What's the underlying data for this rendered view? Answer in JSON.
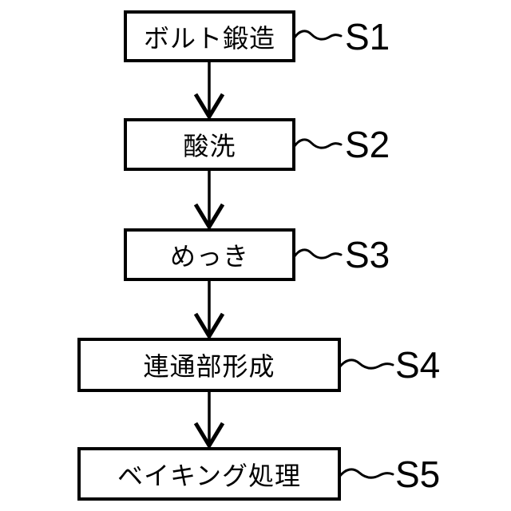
{
  "figure": {
    "type": "flowchart",
    "background_color": "#ffffff",
    "line_color": "#000000",
    "steps": [
      {
        "label": "ボルト鍛造",
        "id": "S1"
      },
      {
        "label": "酸洗",
        "id": "S2"
      },
      {
        "label": "めっき",
        "id": "S3"
      },
      {
        "label": "連通部形成",
        "id": "S4"
      },
      {
        "label": "ベイキング処理",
        "id": "S5"
      }
    ]
  }
}
